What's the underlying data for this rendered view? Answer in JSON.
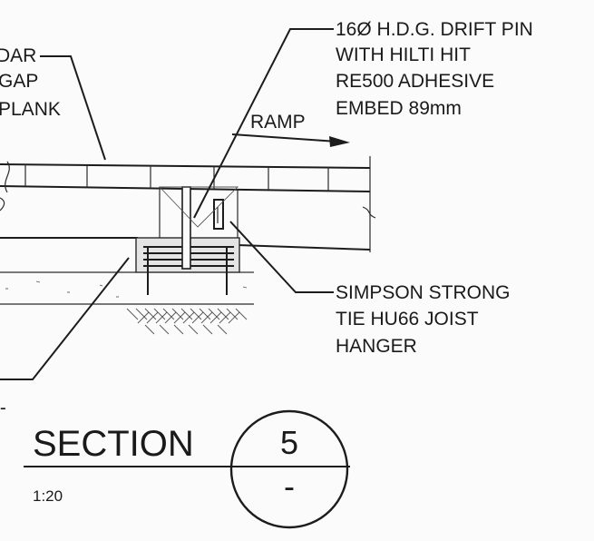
{
  "callouts": {
    "top_left": {
      "line1": "DAR",
      "line2": "GAP",
      "line3": "PLANK"
    },
    "drift_pin": {
      "line1": "16Ø H.D.G. DRIFT PIN",
      "line2": "WITH HILTI HIT",
      "line3": "RE500 ADHESIVE",
      "line4": "EMBED 89mm"
    },
    "ramp": "RAMP",
    "hanger": {
      "line1": "SIMPSON STRONG",
      "line2": "TIE HU66 JOIST",
      "line3": "HANGER"
    },
    "bottom_left_fragment": "/-"
  },
  "section_title": {
    "label": "SECTION",
    "scale": "1:20",
    "number": "5",
    "sheet": "-"
  }
}
